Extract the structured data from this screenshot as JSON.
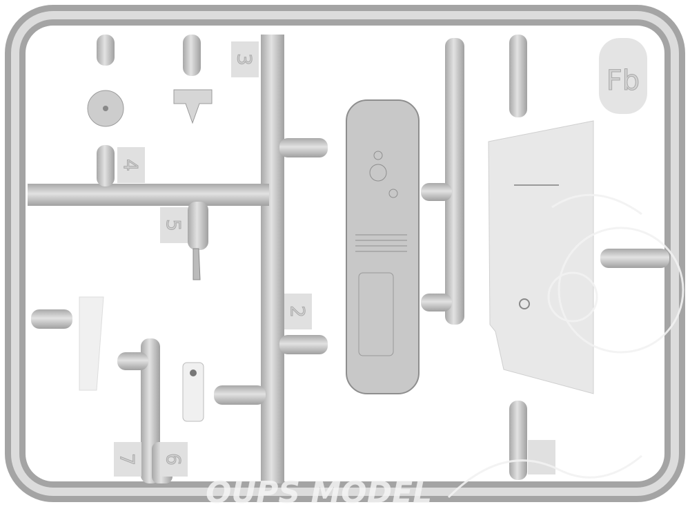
{
  "sprue": {
    "letter": "Fb",
    "part_numbers": [
      "3",
      "4",
      "5",
      "2",
      "7",
      "6"
    ]
  },
  "watermark": "OUPS MODEL",
  "colors": {
    "plastic": "#c9c9c9",
    "plastic_shadow": "#9e9e9e",
    "plastic_light": "#e6e6e6",
    "background": "#ffffff"
  }
}
